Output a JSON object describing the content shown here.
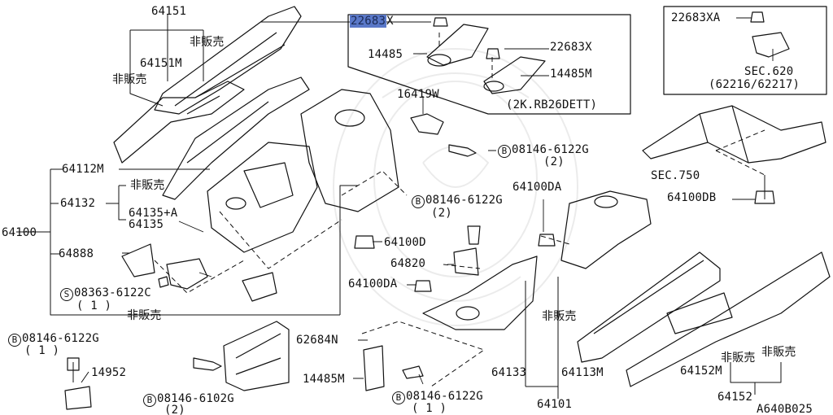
{
  "diagram_id": "A640B025",
  "labels": {
    "p64151": "64151",
    "p64151m": "64151M",
    "not_for_sale": "非販売",
    "p22683_hl": "22683",
    "p22683_hl_suffix": "X",
    "p22683x": "22683X",
    "p14485": "14485",
    "p14485m": "14485M",
    "engine_note": "(2K.RB26DETT)",
    "p22683xa": "22683XA",
    "sec620": "SEC.620",
    "sec620_sub": "(62216/62217)",
    "p16419w": "16419W",
    "bolt_08146_6122g": "08146-6122G",
    "qty2": "(2)",
    "qty1": "( 1 )",
    "p64112m": "64112M",
    "p64132": "64132",
    "p64135a": "64135+A",
    "p64135": "64135",
    "p64100": "64100",
    "p64888": "64888",
    "screw_08363_6122c": "08363-6122C",
    "p64100d": "64100D",
    "p64100da": "64100DA",
    "p64820": "64820",
    "sec750": "SEC.750",
    "p64100db": "64100DB",
    "p62684n": "62684N",
    "p14952": "14952",
    "bolt_08146_6102g": "08146-6102G",
    "p64133": "64133",
    "p64113m": "64113M",
    "p64101": "64101",
    "p64152m": "64152M",
    "p64152": "64152",
    "b_mark": "B",
    "s_mark": "S"
  }
}
